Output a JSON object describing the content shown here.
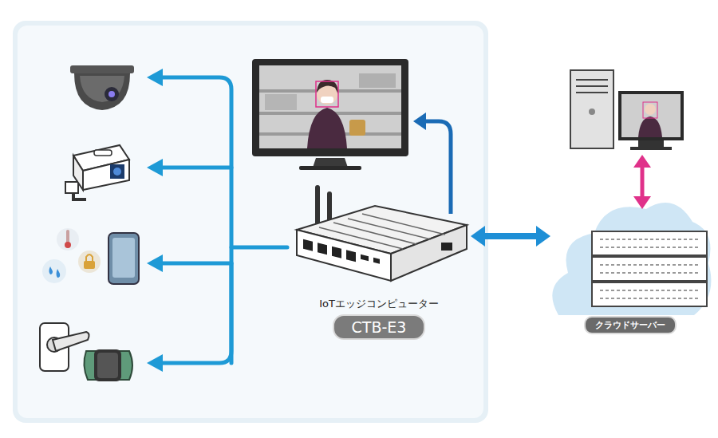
{
  "diagram": {
    "nodes": [
      {
        "text": [
          "IoTエッジコンピューター",
          "CTB-E3"
        ]
      },
      {
        "text": [
          "クラウドサーバー"
        ]
      }
    ],
    "edges": [
      {
        "from": 0,
        "to": 1,
        "arrow": "both"
      }
    ]
  }
}
